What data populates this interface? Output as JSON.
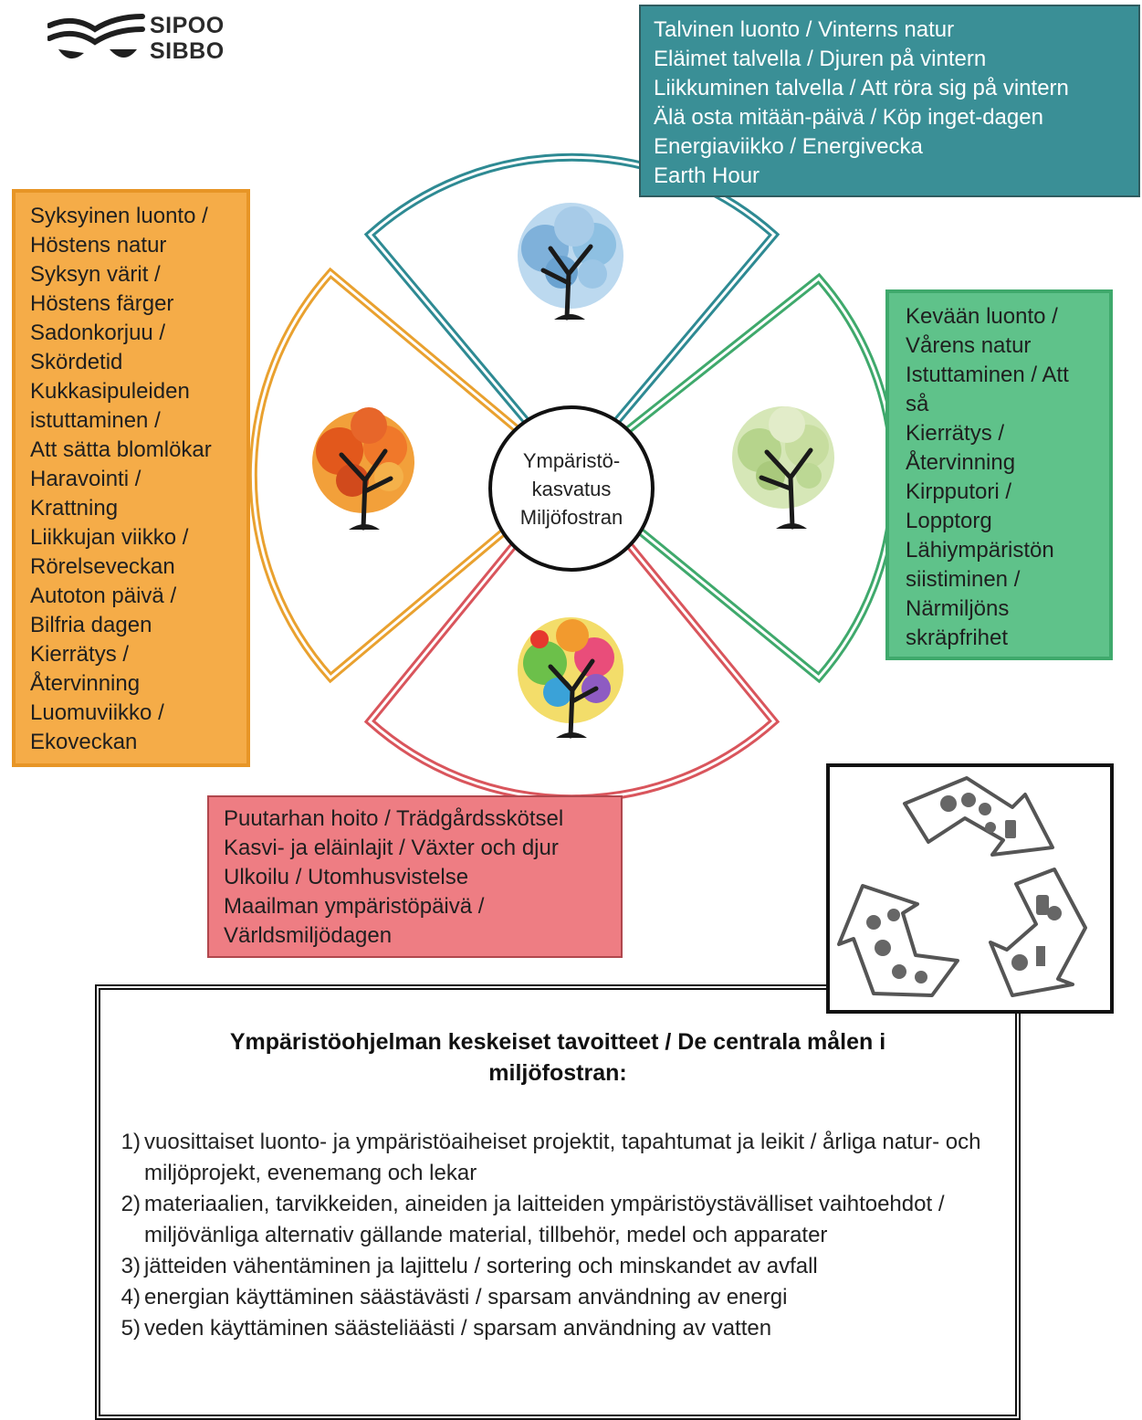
{
  "logo": {
    "line1": "SIPOO",
    "line2": "SIBBO"
  },
  "center": {
    "line1": "Ympäristö-",
    "line2": "kasvatus",
    "line3": "Miljöfostran"
  },
  "winter": {
    "items": [
      "Talvinen luonto / Vinterns natur",
      "Eläimet talvella / Djuren på vintern",
      "Liikkuminen talvella / Att röra sig på vintern",
      "Älä osta mitään-päivä / Köp inget-dagen",
      "Energiaviikko / Energivecka",
      "Earth Hour"
    ]
  },
  "autumn": {
    "items": [
      "Syksyinen luonto /",
      "Höstens natur",
      "Syksyn värit /",
      "Höstens färger",
      "Sadonkorjuu /",
      "Skördetid",
      "Kukkasipuleiden",
      "istuttaminen /",
      "Att sätta blomlökar",
      "Haravointi /",
      "Krattning",
      "Liikkujan viikko /",
      "Rörelseveckan",
      "Autoton päivä /",
      "Bilfria dagen",
      "Kierrätys /",
      "Återvinning",
      "Luomuviikko /",
      "Ekoveckan"
    ]
  },
  "spring": {
    "items": [
      "Kevään luonto /",
      "Vårens natur",
      "Istuttaminen / Att",
      "så",
      "Kierrätys /",
      "Återvinning",
      "Kirpputori /",
      "Lopptorg",
      "Lähiympäristön",
      "siistiminen /",
      "Närmiljöns",
      "skräpfrihet"
    ]
  },
  "summer": {
    "items": [
      "Puutarhan hoito / Trädgårdsskötsel",
      "Kasvi- ja eläinlajit / Växter och djur",
      "Ulkoilu / Utomhusvistelse",
      "Maailman ympäristöpäivä /",
      "Världsmiljödagen"
    ]
  },
  "goals": {
    "title_line1": "Ympäristöohjelman keskeiset tavoitteet / De centrala målen i",
    "title_line2": "miljöfostran:",
    "items": [
      {
        "num": "1)",
        "text": "vuosittaiset luonto- ja ympäristöaiheiset projektit, tapahtumat ja leikit / årliga natur- och miljöprojekt, evenemang och lekar"
      },
      {
        "num": "2)",
        "text": "materiaalien, tarvikkeiden, aineiden ja laitteiden ympäristöystävälliset vaihtoehdot / miljövänliga alternativ gällande material, tillbehör, medel och apparater"
      },
      {
        "num": "3)",
        "text": "jätteiden vähentäminen ja lajittelu / sortering och minskandet av avfall"
      },
      {
        "num": "4)",
        "text": "energian käyttäminen säästävästi / sparsam användning av energi"
      },
      {
        "num": "5)",
        "text": "veden käyttäminen säästeliäästi / sparsam användning av vatten"
      }
    ]
  },
  "colors": {
    "winter": "#2e8a93",
    "autumn": "#e9a12f",
    "spring": "#3fa96c",
    "summer": "#d9555c"
  },
  "icons": [
    "snowy-tree-icon",
    "autumn-tree-icon",
    "spring-tree-icon",
    "summer-tree-icon",
    "recycle-icon"
  ]
}
